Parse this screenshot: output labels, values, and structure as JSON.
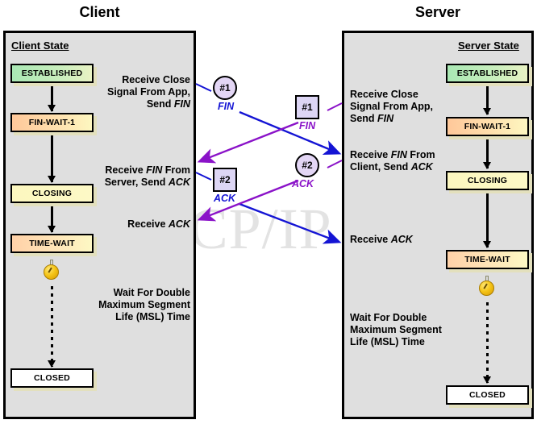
{
  "headers": {
    "client": "Client",
    "server": "Server"
  },
  "panels": {
    "client": {
      "heading": "Client State",
      "states": [
        {
          "name": "ESTABLISHED"
        },
        {
          "name": "FIN-WAIT-1"
        },
        {
          "name": "CLOSING"
        },
        {
          "name": "TIME-WAIT"
        },
        {
          "name": "CLOSED"
        }
      ],
      "events": [
        {
          "lines": [
            "Receive Close",
            "Signal From App,",
            "Send FIN"
          ],
          "emphasis": "FIN"
        },
        {
          "lines": [
            "Receive FIN From",
            "Server, Send ACK"
          ],
          "emphasis": "FIN, ACK"
        },
        {
          "lines": [
            "Receive ACK"
          ],
          "emphasis": "ACK"
        },
        {
          "lines": [
            "Wait For Double",
            "Maximum Segment",
            "Life (MSL) Time"
          ],
          "emphasis": ""
        }
      ]
    },
    "server": {
      "heading": "Server State",
      "states": [
        {
          "name": "ESTABLISHED"
        },
        {
          "name": "FIN-WAIT-1"
        },
        {
          "name": "CLOSING"
        },
        {
          "name": "TIME-WAIT"
        },
        {
          "name": "CLOSED"
        }
      ],
      "events": [
        {
          "lines": [
            "Receive Close",
            "Signal From App,",
            "Send FIN"
          ],
          "emphasis": "FIN"
        },
        {
          "lines": [
            "Receive FIN From",
            "Client, Send ACK"
          ],
          "emphasis": "FIN, ACK"
        },
        {
          "lines": [
            "Receive ACK"
          ],
          "emphasis": "ACK"
        },
        {
          "lines": [
            "Wait For Double",
            "Maximum Segment",
            "Life (MSL) Time"
          ],
          "emphasis": ""
        }
      ]
    }
  },
  "messages": {
    "client_sent": [
      {
        "marker": "#1",
        "label": "FIN",
        "shape": "circle",
        "color": "#1414d4"
      },
      {
        "marker": "#2",
        "label": "ACK",
        "shape": "square",
        "color": "#1414d4"
      }
    ],
    "server_sent": [
      {
        "marker": "#1",
        "label": "FIN",
        "shape": "square",
        "color": "#8a12c8"
      },
      {
        "marker": "#2",
        "label": "ACK",
        "shape": "circle",
        "color": "#8a12c8"
      }
    ]
  },
  "watermark": "The TCP/IP Guide",
  "colors": {
    "client_arrow": "#1414d4",
    "server_arrow": "#8a12c8",
    "panel_bg": "#dfdfdf",
    "established": "#a9e8b4",
    "finwait": "#ffc89a",
    "closing": "#fcf7bf",
    "timewait": "#ffd1a8",
    "shadow": "#e3e0bd"
  },
  "icons": {
    "timer": "stopwatch-icon"
  }
}
